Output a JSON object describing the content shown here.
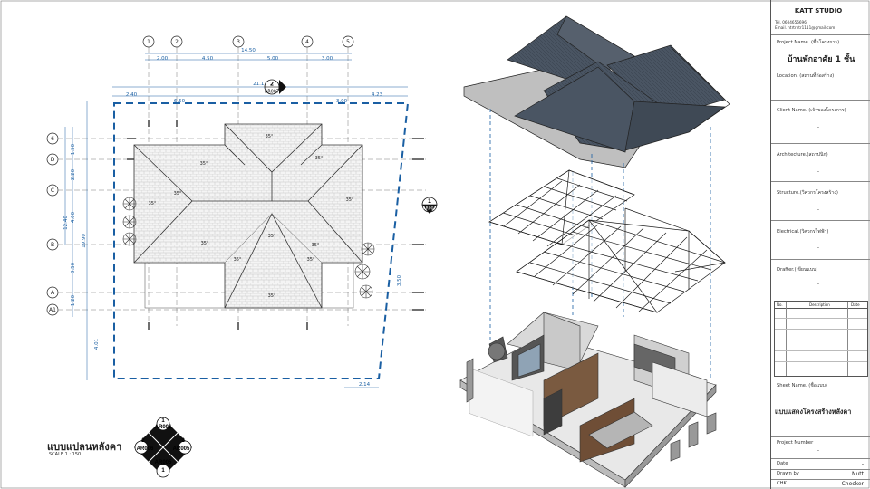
{
  "plan": {
    "title": "แบบแปลนหลังคา",
    "scale": "SCALE 1 : 150",
    "grid_columns": [
      "1",
      "2",
      "3",
      "4",
      "5"
    ],
    "grid_rows": [
      "6",
      "D",
      "C",
      "B",
      "A",
      "A1"
    ],
    "top_dims": [
      "2.00",
      "4.50",
      "5.00",
      "3.00"
    ],
    "top_total": "14.50",
    "mid_dims": [
      "2.40",
      "6.50",
      "3.00",
      "4.23"
    ],
    "mid_total": "21.13",
    "left_dims": [
      "1.50",
      "2.20",
      "4.00",
      "3.50",
      "1.20"
    ],
    "left_total_a": "12.40",
    "left_total_b": "19.90",
    "left_extra": "4.01",
    "right_dim": "3.50",
    "bottom_dim": "2.14",
    "slope_labels": [
      "35°",
      "35°",
      "35°",
      "35°",
      "35°",
      "35°",
      "35°",
      "35°",
      "35°",
      "35°",
      "35°",
      "35°"
    ],
    "section_marker_top": {
      "number": "2",
      "sheet": "AR007"
    },
    "section_marker_right": {
      "number": "1",
      "sheet": "AR007"
    },
    "elevation_key": {
      "top": "1",
      "top_sheet": "AR006",
      "left": "2",
      "left_sheet": "AR006",
      "right": "2",
      "right_sheet": "AR005",
      "bottom": "1",
      "bottom_sheet": "AR005"
    }
  },
  "title_block": {
    "studio": "KATT STUDIO",
    "tel": "Tel. 0604656696",
    "email": "Email. ntrtrntr1111@gmail.com",
    "project_name_label": "Project Name. (ชื่อโครงการ)",
    "project_name": "บ้านพักอาศัย 1 ชั้น",
    "location_label": "Location. (สถานที่ก่อสร้าง)",
    "location_value": "-",
    "client_label": "Client Name. (เจ้าของโครงการ)",
    "client_value": "-",
    "architecture_label": "Architecture.(สถาปนิก)",
    "architecture_value": "-",
    "structure_label": "Structure.(วิศวกรโครงสร้าง)",
    "structure_value": "-",
    "electrical_label": "Electrical.(วิศวกรไฟฟ้า)",
    "electrical_value": "-",
    "drafter_label": "Drafter.(เขียนแบบ)",
    "drafter_value": "-",
    "rev_headers": [
      "No.",
      "Description",
      "Date"
    ],
    "sheet_name_label": "Sheet Name. (ชื่อแบบ)",
    "sheet_name": "แบบแสดงโครงสร้างหลังคา",
    "project_number_label": "Project Number",
    "project_number_value": "-",
    "date_label": "Date",
    "date_value": "-",
    "drawn_by_label": "Drawn by",
    "drawn_by_value": "Nutt",
    "chk_label": "CHK.",
    "chk_value": "Checker"
  }
}
